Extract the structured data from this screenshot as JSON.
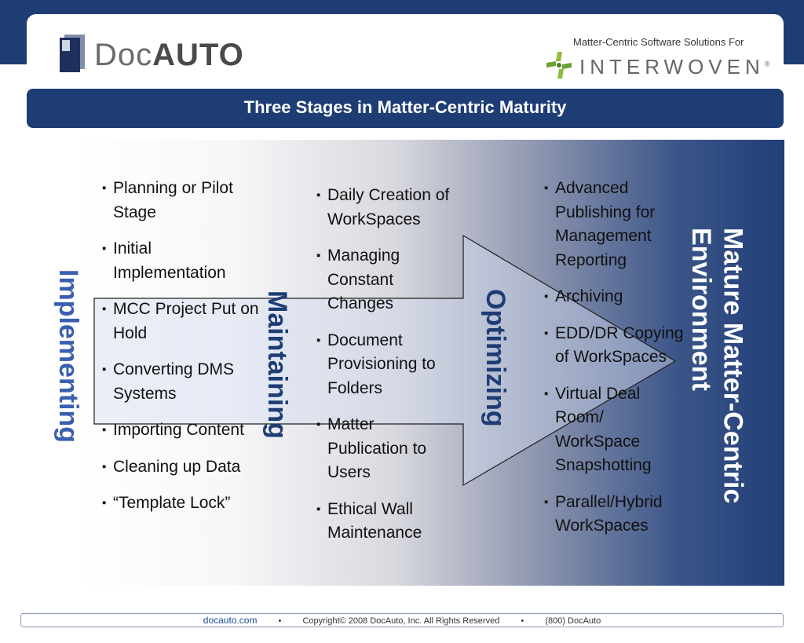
{
  "header": {
    "logo_left": {
      "prefix": "Doc",
      "suffix": "AUTO"
    },
    "logo_right": {
      "tagline": "Matter-Centric Software Solutions For",
      "brand": "INTERWOVEN",
      "reg": "®"
    }
  },
  "slide": {
    "title": "Three Stages in Matter-Centric Maturity",
    "labels": {
      "implementing": "Implementing",
      "maintaining": "Maintaining",
      "optimizing": "Optimizing",
      "mature_line1": "Mature Matter-Centric",
      "mature_line2": "Environment"
    },
    "col1": [
      "Planning or Pilot Stage",
      "Initial Implementation",
      "MCC Project Put on Hold",
      "Converting DMS Systems",
      "Importing Content",
      "Cleaning up Data",
      "“Template Lock”"
    ],
    "col2": [
      "Daily Creation of WorkSpaces",
      "Managing Constant Changes",
      "Document Provisioning to Folders",
      "Matter Publication to Users",
      "Ethical Wall Maintenance"
    ],
    "col3": [
      "Advanced Publishing for Management Reporting",
      "Archiving",
      "EDD/DR Copying of WorkSpaces",
      "Virtual Deal Room/ WorkSpace Snapshotting",
      "Parallel/Hybrid WorkSpaces"
    ]
  },
  "footer": {
    "site": "docauto.com",
    "separator": "•",
    "copyright": "Copyright© 2008 DocAuto, Inc.  All Rights Reserved",
    "phone": "(800) DocAuto"
  },
  "colors": {
    "navy": "#1d3d74",
    "accent_blue": "#3a5fb0"
  }
}
